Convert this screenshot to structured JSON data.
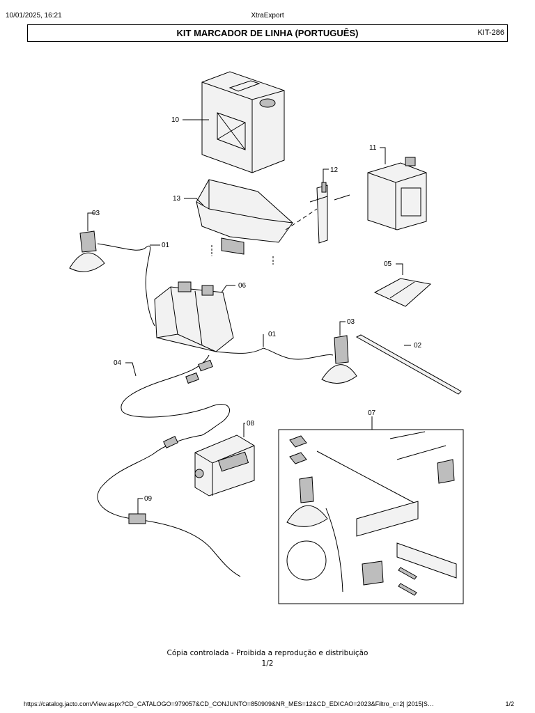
{
  "header": {
    "datetime": "10/01/2025, 16:21",
    "app": "XtraExport"
  },
  "title": "KIT MARCADOR DE LINHA (PORTUGUÊS)",
  "kit_code": "KIT-286",
  "callouts": {
    "c10": "10",
    "c11": "11",
    "c12": "12",
    "c13": "13",
    "c03a": "03",
    "c01a": "01",
    "c06": "06",
    "c05": "05",
    "c03b": "03",
    "c01b": "01",
    "c02": "02",
    "c04": "04",
    "c08": "08",
    "c07": "07",
    "c09": "09"
  },
  "footer": {
    "line1": "Cópia controlada - Proibida a reprodução e distribuição",
    "line2": "1/2"
  },
  "url": "https://catalog.jacto.com/View.aspx?CD_CATALOGO=979057&CD_CONJUNTO=850909&NR_MES=12&CD_EDICAO=2023&Filtro_c=2| |2015|S…",
  "page_count": "1/2"
}
